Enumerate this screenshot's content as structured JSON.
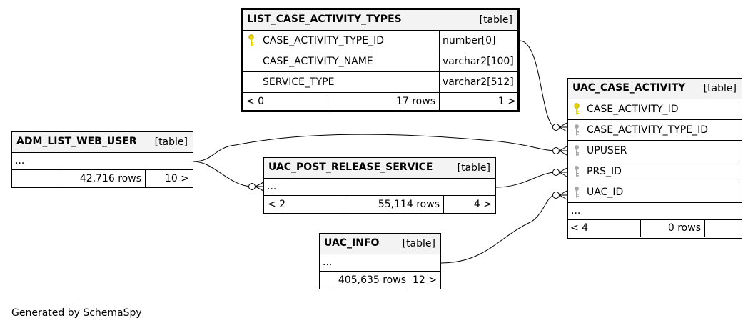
{
  "tables": {
    "list_case_activity_types": {
      "name": "LIST_CASE_ACTIVITY_TYPES",
      "type_label": "[table]",
      "columns": [
        {
          "name": "CASE_ACTIVITY_TYPE_ID",
          "type": "number[0]",
          "key": "primary"
        },
        {
          "name": "CASE_ACTIVITY_NAME",
          "type": "varchar2[100]",
          "key": "none"
        },
        {
          "name": "SERVICE_TYPE",
          "type": "varchar2[512]",
          "key": "none"
        }
      ],
      "footer": {
        "parents": "< 0",
        "rows": "17 rows",
        "children": "1 >"
      }
    },
    "adm_list_web_user": {
      "name": "ADM_LIST_WEB_USER",
      "type_label": "[table]",
      "ellipsis": "...",
      "footer": {
        "parents": "",
        "rows": "42,716 rows",
        "children": "10 >"
      }
    },
    "uac_post_release_service": {
      "name": "UAC_POST_RELEASE_SERVICE",
      "type_label": "[table]",
      "ellipsis": "...",
      "footer": {
        "parents": "< 2",
        "rows": "55,114 rows",
        "children": "4 >"
      }
    },
    "uac_info": {
      "name": "UAC_INFO",
      "type_label": "[table]",
      "ellipsis": "...",
      "footer": {
        "parents": "",
        "rows": "405,635 rows",
        "children": "12 >"
      }
    },
    "uac_case_activity": {
      "name": "UAC_CASE_ACTIVITY",
      "type_label": "[table]",
      "columns": [
        {
          "name": "CASE_ACTIVITY_ID",
          "key": "primary"
        },
        {
          "name": "CASE_ACTIVITY_TYPE_ID",
          "key": "foreign"
        },
        {
          "name": "UPUSER",
          "key": "foreign"
        },
        {
          "name": "PRS_ID",
          "key": "foreign"
        },
        {
          "name": "UAC_ID",
          "key": "foreign"
        }
      ],
      "ellipsis": "...",
      "footer": {
        "parents": "< 4",
        "rows": "0 rows",
        "children": ""
      }
    }
  },
  "relationships": [
    {
      "from": "LIST_CASE_ACTIVITY_TYPES.CASE_ACTIVITY_TYPE_ID",
      "to": "UAC_CASE_ACTIVITY.CASE_ACTIVITY_TYPE_ID"
    },
    {
      "from": "ADM_LIST_WEB_USER",
      "to": "UAC_CASE_ACTIVITY.UPUSER"
    },
    {
      "from": "ADM_LIST_WEB_USER",
      "to": "UAC_POST_RELEASE_SERVICE"
    },
    {
      "from": "UAC_POST_RELEASE_SERVICE",
      "to": "UAC_CASE_ACTIVITY.PRS_ID"
    },
    {
      "from": "UAC_INFO",
      "to": "UAC_CASE_ACTIVITY.UAC_ID"
    }
  ],
  "colors": {
    "primary_key": "#e6d200",
    "foreign_key": "#a8a8a8",
    "header_bg": "#f3f3f3"
  },
  "footer_text": "Generated by SchemaSpy"
}
